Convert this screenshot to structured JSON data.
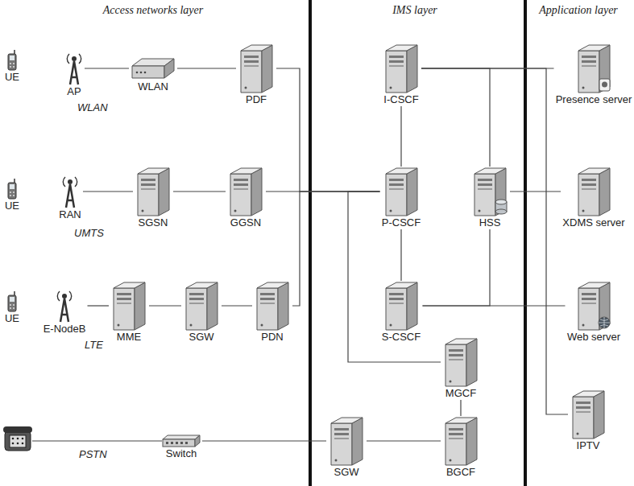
{
  "diagram": {
    "nodes": [
      {
        "text": [
          "UE"
        ]
      },
      {
        "text": [
          "AP"
        ]
      },
      {
        "text": [
          "WLAN"
        ]
      },
      {
        "text": [
          "PDF"
        ]
      },
      {
        "text": [
          "UE"
        ]
      },
      {
        "text": [
          "RAN"
        ]
      },
      {
        "text": [
          "SGSN"
        ]
      },
      {
        "text": [
          "GGSN"
        ]
      },
      {
        "text": [
          "UE"
        ]
      },
      {
        "text": [
          "E-NodeB"
        ]
      },
      {
        "text": [
          "MME"
        ]
      },
      {
        "text": [
          "SGW"
        ]
      },
      {
        "text": [
          "PDN"
        ]
      },
      {
        "text": [
          "Switch"
        ]
      },
      {
        "text": [
          "I-CSCF"
        ]
      },
      {
        "text": [
          "P-CSCF"
        ]
      },
      {
        "text": [
          "HSS"
        ]
      },
      {
        "text": [
          "S-CSCF"
        ]
      },
      {
        "text": [
          "MGCF"
        ]
      },
      {
        "text": [
          "SGW"
        ]
      },
      {
        "text": [
          "BGCF"
        ]
      },
      {
        "text": [
          "Presence server"
        ]
      },
      {
        "text": [
          "XDMS server"
        ]
      },
      {
        "text": [
          "Web server"
        ]
      },
      {
        "text": [
          "IPTV"
        ]
      }
    ],
    "edges": [
      {
        "from": 1,
        "to": 2,
        "arrow": "none"
      },
      {
        "from": 2,
        "to": 3,
        "arrow": "none"
      },
      {
        "from": 3,
        "to": 15,
        "arrow": "none"
      },
      {
        "from": 5,
        "to": 6,
        "arrow": "none"
      },
      {
        "from": 6,
        "to": 7,
        "arrow": "none"
      },
      {
        "from": 7,
        "to": 15,
        "arrow": "none"
      },
      {
        "from": 9,
        "to": 10,
        "arrow": "none"
      },
      {
        "from": 10,
        "to": 11,
        "arrow": "none"
      },
      {
        "from": 11,
        "to": 12,
        "arrow": "none"
      },
      {
        "from": 12,
        "to": 15,
        "arrow": "none"
      },
      {
        "from": 13,
        "to": 19,
        "arrow": "none"
      },
      {
        "from": 19,
        "to": 20,
        "arrow": "none"
      },
      {
        "from": 20,
        "to": 18,
        "arrow": "none"
      },
      {
        "from": 14,
        "to": 15,
        "arrow": "none"
      },
      {
        "from": 15,
        "to": 17,
        "arrow": "none"
      },
      {
        "from": 15,
        "to": 18,
        "arrow": "none"
      },
      {
        "from": 14,
        "to": 21,
        "arrow": "none"
      },
      {
        "from": 14,
        "to": 16,
        "arrow": "none"
      },
      {
        "from": 14,
        "to": 24,
        "arrow": "none"
      },
      {
        "from": 16,
        "to": 22,
        "arrow": "none"
      },
      {
        "from": 16,
        "to": 17,
        "arrow": "none"
      },
      {
        "from": 17,
        "to": 23,
        "arrow": "none"
      }
    ],
    "labels": [
      "Access networks layer",
      "IMS layer",
      "Application layer",
      "WLAN",
      "UMTS",
      "LTE",
      "PSTN"
    ]
  }
}
